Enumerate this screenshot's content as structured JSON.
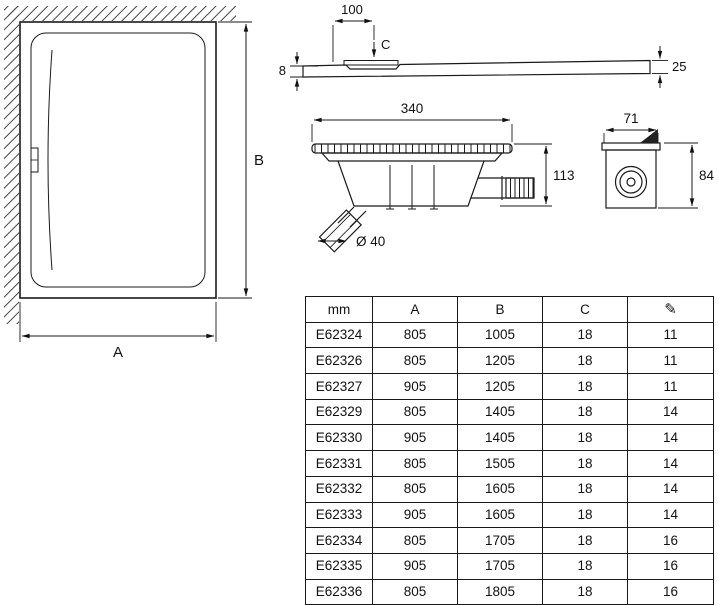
{
  "drawing": {
    "plan_view": {
      "width_label": "A",
      "depth_label": "B"
    },
    "profile_view": {
      "drain_offset": "100",
      "recess_label": "C",
      "edge_thickness": "8",
      "end_thickness": "25"
    },
    "drain_section": {
      "flange_width": "340",
      "total_height": "113",
      "outlet_diameter": "Ø 40"
    },
    "drain_end_view": {
      "width": "71",
      "height": "84"
    }
  },
  "table": {
    "headers": [
      "mm",
      "A",
      "B",
      "C"
    ],
    "header_icon": "pencil-icon",
    "header_icon_glyph": "✎",
    "rows": [
      [
        "E62324",
        "805",
        "1005",
        "18",
        "11"
      ],
      [
        "E62326",
        "805",
        "1205",
        "18",
        "11"
      ],
      [
        "E62327",
        "905",
        "1205",
        "18",
        "11"
      ],
      [
        "E62329",
        "805",
        "1405",
        "18",
        "14"
      ],
      [
        "E62330",
        "905",
        "1405",
        "18",
        "14"
      ],
      [
        "E62331",
        "805",
        "1505",
        "18",
        "14"
      ],
      [
        "E62332",
        "805",
        "1605",
        "18",
        "14"
      ],
      [
        "E62333",
        "905",
        "1605",
        "18",
        "14"
      ],
      [
        "E62334",
        "805",
        "1705",
        "18",
        "16"
      ],
      [
        "E62335",
        "905",
        "1705",
        "18",
        "16"
      ],
      [
        "E62336",
        "805",
        "1805",
        "18",
        "16"
      ]
    ]
  },
  "colors": {
    "line": "#1a1a1a",
    "text": "#111111",
    "background": "#ffffff"
  }
}
